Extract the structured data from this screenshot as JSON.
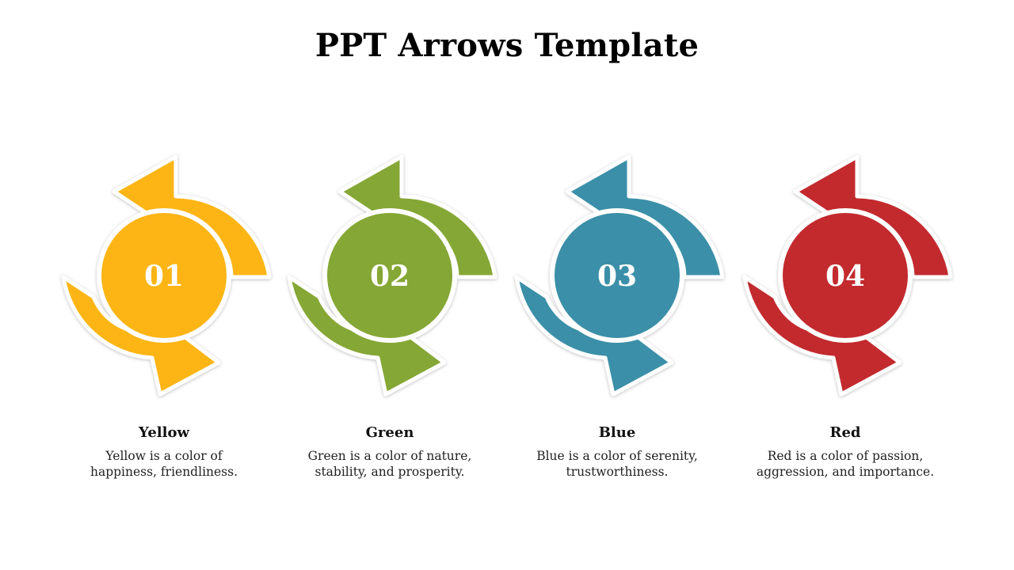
{
  "title": "PPT Arrows Template",
  "items": [
    {
      "number": "01",
      "title": "Yellow",
      "desc_line1": "Yellow is a color of",
      "desc_line2": "happiness, friendliness.",
      "color": "#FDB515"
    },
    {
      "number": "02",
      "title": "Green",
      "desc_line1": "Green is a color of nature,",
      "desc_line2": "stability, and prosperity.",
      "color": "#85A735"
    },
    {
      "number": "03",
      "title": "Blue",
      "desc_line1": "Blue is a color of serenity,",
      "desc_line2": "trustworthiness.",
      "color": "#3A8FA8"
    },
    {
      "number": "04",
      "title": "Red",
      "desc_line1": "Red is a color of passion,",
      "desc_line2": "aggression, and importance.",
      "color": "#C22B2E"
    }
  ]
}
